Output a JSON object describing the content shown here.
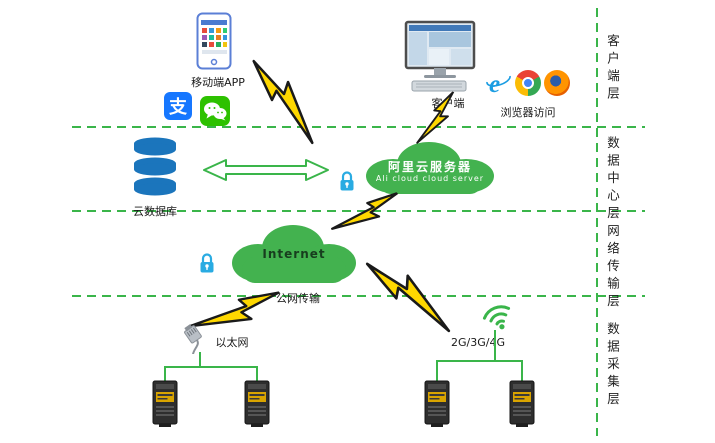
{
  "colors": {
    "accent_green": "#3ab54a",
    "bolt_yellow": "#ffd800",
    "lock_blue": "#29abe2",
    "database_blue": "#1b75bc"
  },
  "client_layer": {
    "mobile_app": "移动端APP",
    "alipay": "支",
    "client": "客户端",
    "browser_access": "浏览器访问"
  },
  "data_center": {
    "cloud_db": "云数据库",
    "ali_cloud_cn": "阿里云服务器",
    "ali_cloud_en": "Ali cloud  cloud server"
  },
  "network": {
    "internet": "Internet",
    "public_transmission": "公网传输"
  },
  "acquisition": {
    "ethernet": "以太网",
    "cellular": "2G/3G/4G"
  },
  "layers": {
    "client": "客户端层",
    "data_center": "数据中心层",
    "network": "网络传输层",
    "acquisition": "数据采集层"
  }
}
